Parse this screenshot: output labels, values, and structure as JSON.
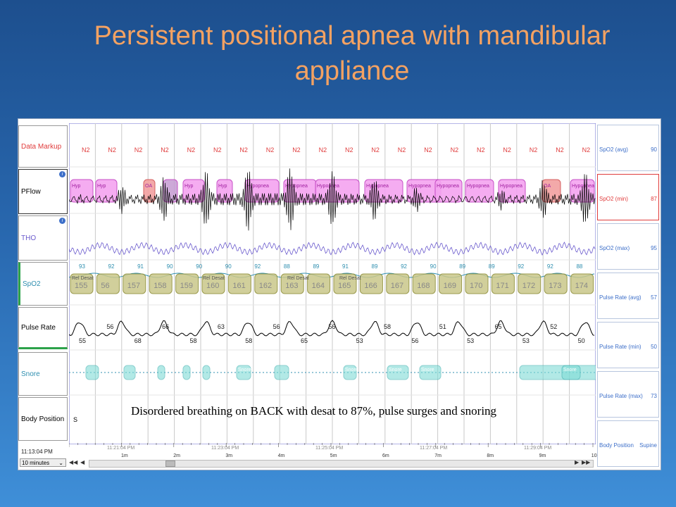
{
  "slide": {
    "title": "Persistent positional apnea with mandibular appliance"
  },
  "channels": [
    {
      "label": "Data Markup",
      "color": "#e03c3c",
      "info": false
    },
    {
      "label": "PFlow",
      "color": "#000000",
      "info": true
    },
    {
      "label": "THO",
      "color": "#6a5acd",
      "info": true
    },
    {
      "label": "SpO2",
      "color": "#2f8fb0",
      "info": false
    },
    {
      "label": "Pulse Rate",
      "color": "#000000",
      "info": false
    },
    {
      "label": "Snore",
      "color": "#2f8fb0",
      "info": false
    },
    {
      "label": "Body Position",
      "color": "#000000",
      "info": false
    }
  ],
  "stages": [
    "N2",
    "N2",
    "N2",
    "N2",
    "N2",
    "N2",
    "N2",
    "N2",
    "N2",
    "N2",
    "N2",
    "N2",
    "N2",
    "N2",
    "N2",
    "N2",
    "N2",
    "N2",
    "N2",
    "N2"
  ],
  "events": [
    {
      "label": "Hyp",
      "type": "hyp"
    },
    {
      "label": "Hyp",
      "type": "hyp"
    },
    {
      "label": "OA",
      "type": "oa"
    },
    {
      "label": "",
      "type": "mixed"
    },
    {
      "label": "Hyp",
      "type": "hyp"
    },
    {
      "label": "Hyp",
      "type": "hyp"
    },
    {
      "label": "Hypopnea",
      "type": "hyp"
    },
    {
      "label": "Hypopnea",
      "type": "hyp"
    },
    {
      "label": "Hypopnea",
      "type": "hyp"
    },
    {
      "label": "Hypopnea",
      "type": "hyp"
    },
    {
      "label": "Hypopnea",
      "type": "hyp"
    },
    {
      "label": "Hypopnea",
      "type": "hyp"
    },
    {
      "label": "Hypopnea",
      "type": "hyp"
    },
    {
      "label": "Hypopnea",
      "type": "hyp"
    },
    {
      "label": "OA",
      "type": "oa"
    },
    {
      "label": "Hypopnea",
      "type": "hyp"
    }
  ],
  "spo2_peaks": [
    "93",
    "92",
    "91",
    "90",
    "90",
    "90",
    "92",
    "88",
    "89",
    "91",
    "89",
    "92",
    "90",
    "89",
    "89",
    "92",
    "92",
    "88"
  ],
  "rel_desat": [
    "Rel Desat",
    "Rel Desat",
    "Rel Desat",
    "Rel Desat"
  ],
  "spo2_boxes": [
    "155",
    "56",
    "157",
    "158",
    "159",
    "160",
    "161",
    "162",
    "163",
    "164",
    "165",
    "166",
    "167",
    "168",
    "169",
    "170",
    "171",
    "172",
    "173",
    "174"
  ],
  "pulse_values": [
    "55",
    "56",
    "68",
    "66",
    "58",
    "63",
    "58",
    "56",
    "65",
    "56",
    "53",
    "58",
    "56",
    "51",
    "53",
    "65",
    "53",
    "52",
    "50"
  ],
  "snore_events": [
    "Snore",
    "Snore",
    "Snore",
    "Snore",
    "Snore"
  ],
  "body_position_letter": "S",
  "caption": "Disordered breathing on BACK with desat to 87%,  pulse surges and snoring",
  "stats": [
    {
      "name": "SpO2 (avg)",
      "value": "90"
    },
    {
      "name": "SpO2 (min)",
      "value": "87",
      "highlight": true
    },
    {
      "name": "SpO2 (max)",
      "value": "95"
    },
    {
      "name": "Pulse Rate (avg)",
      "value": "57"
    },
    {
      "name": "Pulse Rate (min)",
      "value": "50"
    },
    {
      "name": "Pulse Rate (max)",
      "value": "73"
    },
    {
      "name": "Body Position",
      "value": "Supine"
    }
  ],
  "timeline": {
    "start": "11:13:04 PM",
    "clock": [
      "11:21:04 PM",
      "11:23:04 PM",
      "11:25:04 PM",
      "11:27:04 PM",
      "11:29:04 PM"
    ],
    "minutes": [
      "1m",
      "2m",
      "3m",
      "4m",
      "5m",
      "6m",
      "7m",
      "8m",
      "9m",
      "10"
    ],
    "window": "10 minutes"
  }
}
